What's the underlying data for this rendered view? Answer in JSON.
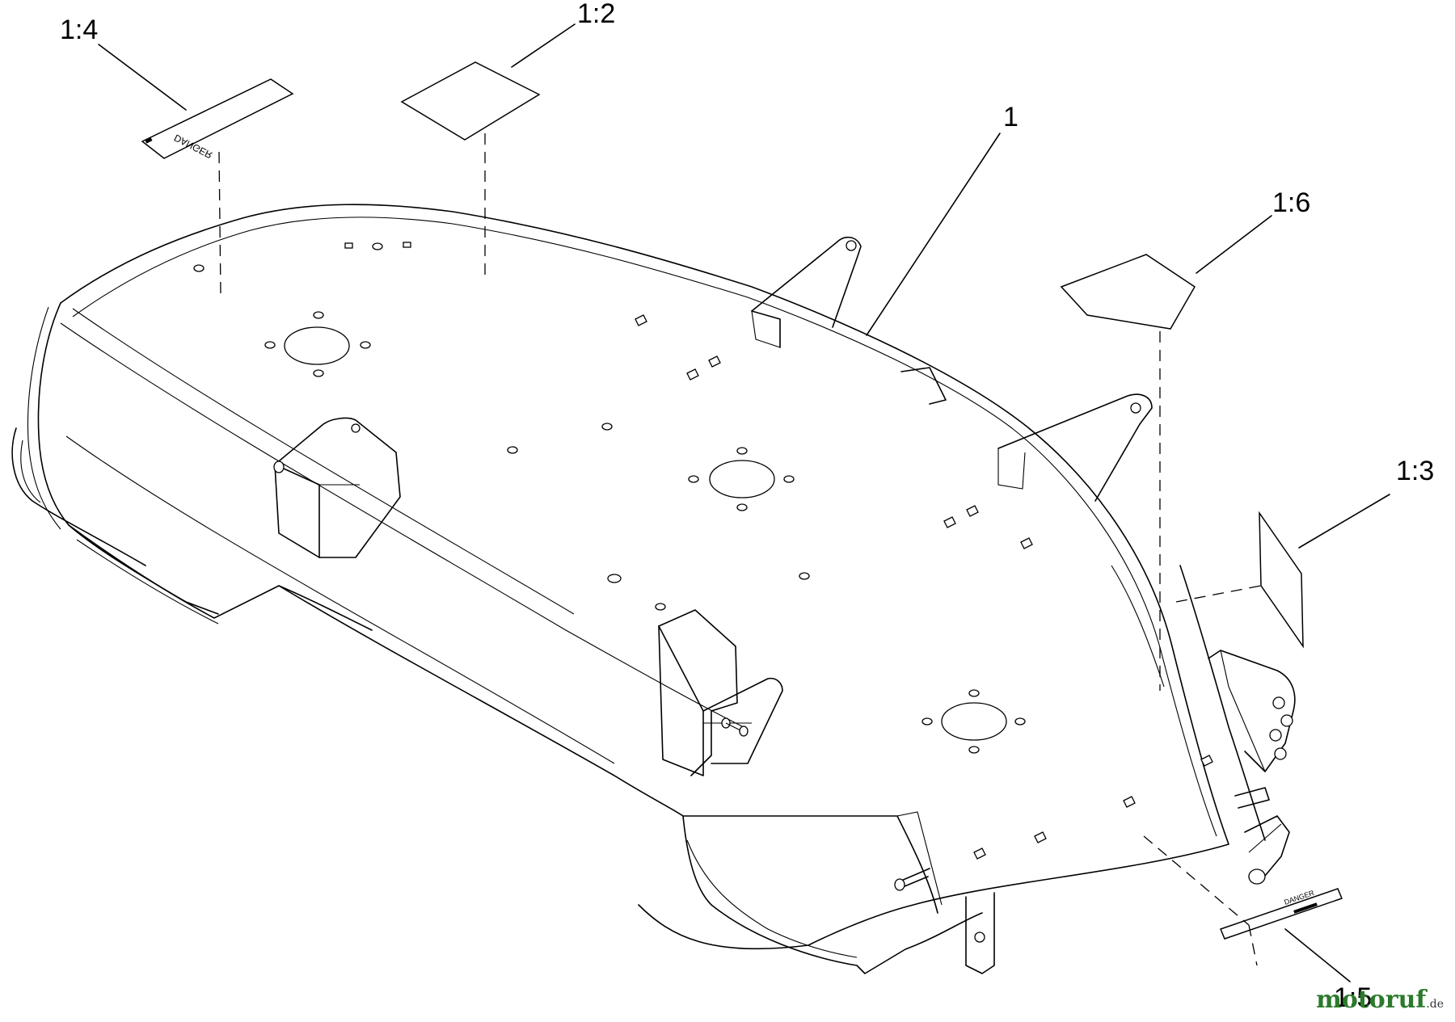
{
  "diagram": {
    "callouts": {
      "part_1": "1",
      "part_1_2": "1:2",
      "part_1_3": "1:3",
      "part_1_4": "1:4",
      "part_1_5": "1:5",
      "part_1_6": "1:6"
    },
    "decal_text": {
      "danger_1_4": "DANGER",
      "danger_1_5": "DANGER"
    }
  },
  "watermark": {
    "text": "motoruf",
    "suffix": ".de"
  }
}
